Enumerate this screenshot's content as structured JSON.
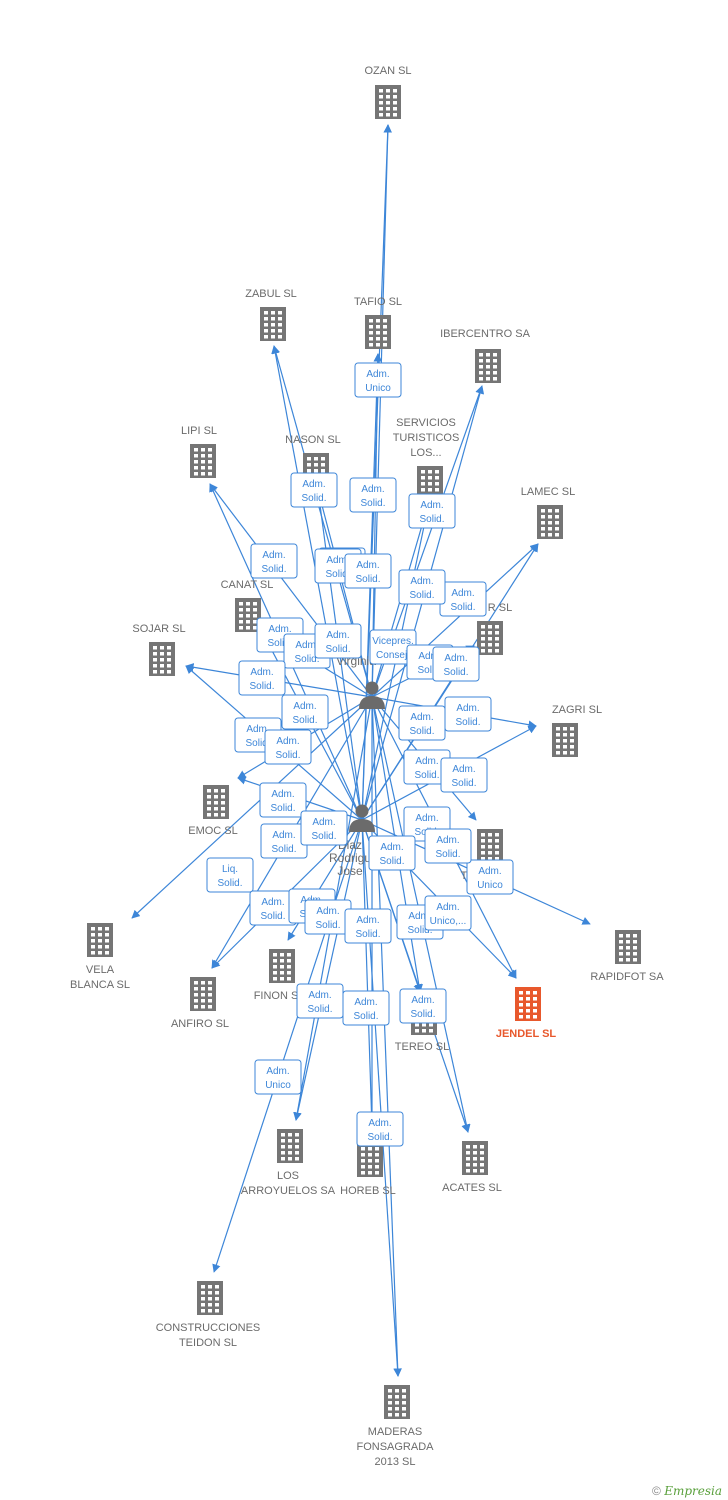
{
  "colors": {
    "edge": "#3d86d8",
    "building": "#757575",
    "focus": "#e8582c",
    "person": "#6b6b6b"
  },
  "persons": [
    {
      "id": "p1",
      "lines": [
        "Virginia"
      ],
      "icon": "person-icon"
    },
    {
      "id": "p2",
      "lines": [
        "Diaz",
        "Rodrigu",
        "Jose"
      ],
      "icon": "person-icon"
    }
  ],
  "companies": [
    {
      "id": "ozan",
      "lines": [
        "OZAN SL"
      ]
    },
    {
      "id": "zabul",
      "lines": [
        "ZABUL SL"
      ]
    },
    {
      "id": "tafio",
      "lines": [
        "TAFIO SL"
      ]
    },
    {
      "id": "ibercentro",
      "lines": [
        "IBERCENTRO SA"
      ]
    },
    {
      "id": "lipi",
      "lines": [
        "LIPI SL"
      ]
    },
    {
      "id": "nason",
      "lines": [
        "NASON SL"
      ]
    },
    {
      "id": "servicios",
      "lines": [
        "SERVICIOS",
        "TURISTICOS",
        "LOS..."
      ]
    },
    {
      "id": "lamec",
      "lines": [
        "LAMEC SL"
      ]
    },
    {
      "id": "canat",
      "lines": [
        "CANAT SL"
      ]
    },
    {
      "id": "sojar",
      "lines": [
        "SOJAR SL"
      ]
    },
    {
      "id": "rsl",
      "lines": [
        "R SL"
      ]
    },
    {
      "id": "zagri",
      "lines": [
        "ZAGRI SL"
      ]
    },
    {
      "id": "emoc",
      "lines": [
        "EMOC SL"
      ]
    },
    {
      "id": "t",
      "lines": [
        "T"
      ]
    },
    {
      "id": "rapidfot",
      "lines": [
        "RAPIDFOT SA"
      ]
    },
    {
      "id": "vela",
      "lines": [
        "VELA",
        "BLANCA SL"
      ]
    },
    {
      "id": "finon",
      "lines": [
        "FINON S"
      ]
    },
    {
      "id": "anfiro",
      "lines": [
        "ANFIRO SL"
      ]
    },
    {
      "id": "jendel",
      "lines": [
        "JENDEL SL"
      ],
      "focus": true
    },
    {
      "id": "tereo",
      "lines": [
        "TEREO SL"
      ]
    },
    {
      "id": "los",
      "lines": [
        "LOS",
        "ARROYUELOS SA"
      ]
    },
    {
      "id": "horeb",
      "lines": [
        "HOREB SL"
      ]
    },
    {
      "id": "acates",
      "lines": [
        "ACATES SL"
      ]
    },
    {
      "id": "construcciones",
      "lines": [
        "CONSTRUCCIONES",
        "TEIDON SL"
      ]
    },
    {
      "id": "maderas",
      "lines": [
        "MADERAS",
        "FONSAGRADA",
        "2013  SL"
      ]
    }
  ],
  "roles": [
    {
      "lines": [
        "Adm.",
        "Unico"
      ]
    },
    {
      "lines": [
        "Adm.",
        "Solid."
      ]
    },
    {
      "lines": [
        "Adm.",
        "Solid."
      ]
    },
    {
      "lines": [
        "Adm.",
        "Solid."
      ]
    },
    {
      "lines": [
        "Adm.",
        "Solid."
      ]
    },
    {
      "lines": [
        "Adm.",
        "Solid."
      ]
    },
    {
      "lines": [
        "Adm.",
        "Solid."
      ]
    },
    {
      "lines": [
        "Adm.",
        "Solid."
      ]
    },
    {
      "lines": [
        "Adm.",
        "Solid."
      ]
    },
    {
      "lines": [
        "Adm.",
        "Solid."
      ]
    },
    {
      "lines": [
        "Adm.",
        "Solid."
      ]
    },
    {
      "lines": [
        "Adm.",
        "Solid."
      ]
    },
    {
      "lines": [
        "Vicepres.",
        "Consej."
      ]
    },
    {
      "lines": [
        "Adm.",
        "Solid."
      ]
    },
    {
      "lines": [
        "Adm.",
        "Solid."
      ]
    },
    {
      "lines": [
        "Adm.",
        "Solid."
      ]
    },
    {
      "lines": [
        "Adm.",
        "Solid."
      ]
    },
    {
      "lines": [
        "Adm.",
        "Solid."
      ]
    },
    {
      "lines": [
        "Adm.",
        "Solid."
      ]
    },
    {
      "lines": [
        "Adm.",
        "Solid."
      ]
    },
    {
      "lines": [
        "Adm.",
        "Solid."
      ]
    },
    {
      "lines": [
        "Adm.",
        "Solid."
      ]
    },
    {
      "lines": [
        "Adm.",
        "Solid."
      ]
    },
    {
      "lines": [
        "Adm.",
        "Solid."
      ]
    },
    {
      "lines": [
        "Adm.",
        "Solid."
      ]
    },
    {
      "lines": [
        "Adm.",
        "Solid."
      ]
    },
    {
      "lines": [
        "Adm.",
        "Solid."
      ]
    },
    {
      "lines": [
        "Adm.",
        "Unico"
      ]
    },
    {
      "lines": [
        "Liq.",
        "Solid."
      ]
    },
    {
      "lines": [
        "Adm.",
        "Solid."
      ]
    },
    {
      "lines": [
        "Adm.",
        "Solid."
      ]
    },
    {
      "lines": [
        "Adm.",
        "Solid."
      ]
    },
    {
      "lines": [
        "Adm.",
        "Solid."
      ]
    },
    {
      "lines": [
        "Adm.",
        "Solid."
      ]
    },
    {
      "lines": [
        "Adm.",
        "Solid."
      ]
    },
    {
      "lines": [
        "Adm.",
        "Solid."
      ]
    },
    {
      "lines": [
        "Adm.",
        "Solid."
      ]
    },
    {
      "lines": [
        "Adm.",
        "Unico,..."
      ]
    }
  ],
  "footer": {
    "copyright": "©",
    "brand": "Empresia"
  }
}
